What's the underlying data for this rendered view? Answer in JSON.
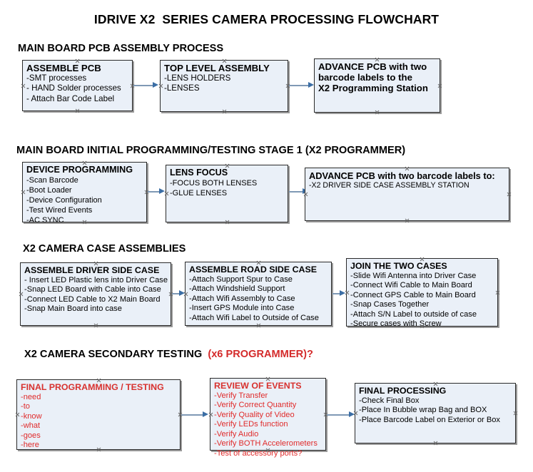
{
  "document": {
    "title": "IDRIVE X2  SERIES CAMERA PROCESSING FLOWCHART",
    "accent_color": "#d8322f",
    "box_fill": "#eaf0f8",
    "box_border": "#2a2a2a",
    "connector_color": "#7f99b5"
  },
  "sections": [
    {
      "id": "s1",
      "title": "MAIN BOARD PCB ASSEMBLY PROCESS"
    },
    {
      "id": "s2",
      "title": "MAIN BOARD INITIAL PROGRAMMING/TESTING STAGE 1 (X2 PROGRAMMER)"
    },
    {
      "id": "s3",
      "title": "X2 CAMERA CASE ASSEMBLIES"
    },
    {
      "id": "s4",
      "title": "X2 CAMERA SECONDARY TESTING",
      "accent": "(x6 PROGRAMMER)?"
    }
  ],
  "boxes": {
    "assemble_pcb": {
      "title": "ASSEMBLE PCB",
      "lines": [
        "-SMT processes",
        "- HAND Solder processes",
        "- Attach Bar Code Label"
      ]
    },
    "top_level_assembly": {
      "title": "TOP LEVEL ASSEMBLY",
      "lines": [
        "-LENS HOLDERS",
        "-LENSES"
      ]
    },
    "advance_pcb_station": {
      "title": "ADVANCE PCB with two",
      "lines": [
        "barcode labels to the",
        " X2 Programming Station"
      ]
    },
    "device_programming": {
      "title": "DEVICE PROGRAMMING",
      "lines": [
        "-Scan Barcode",
        "-Boot Loader",
        "-Device Configuration",
        "-Test Wired Events",
        "-AC SYNC"
      ]
    },
    "lens_focus": {
      "title": "LENS FOCUS",
      "lines": [
        "-FOCUS BOTH LENSES",
        "-GLUE LENSES"
      ]
    },
    "advance_pcb_driver": {
      "title": "ADVANCE PCB with two barcode labels to:",
      "lines": [
        "-X2 DRIVER  SIDE  CASE  ASSEMBLY STATION"
      ]
    },
    "assemble_driver_side_case": {
      "title": "ASSEMBLE DRIVER SIDE CASE",
      "lines": [
        "- Insert LED Plastic lens into Driver Case",
        "-Snap LED Board with Cable into Case",
        "-Connect LED Cable to X2 Main Board",
        "-Snap Main Board into case"
      ]
    },
    "assemble_road_side_case": {
      "title": "ASSEMBLE ROAD SIDE CASE",
      "lines": [
        "-Attach Support Spur to Case",
        "-Attach Windshield Support",
        "-Attach Wifi Assembly to Case",
        "-Insert GPS Module into Case",
        "-Attach Wifi Label to Outside of Case"
      ]
    },
    "join_the_two_cases": {
      "title": "JOIN THE TWO CASES",
      "lines": [
        "-Slide Wifi Antenna into Driver Case",
        "-Connect Wifi Cable to Main Board",
        "-Connect GPS Cable to Main Board",
        "-Snap Cases Together",
        "-Attach S/N Label to outside of case",
        "-Secure cases with Screw"
      ]
    },
    "final_programming_testing": {
      "title": "FINAL PROGRAMMING / TESTING",
      "lines": [
        "-need",
        "-to",
        "-know",
        "-what",
        "-goes",
        "-here"
      ]
    },
    "review_of_events": {
      "title": "REVIEW OF EVENTS",
      "lines": [
        "-Verify Transfer",
        "-Verify Correct Quantity",
        "-Verify Quality of Video",
        "-Verify LEDs function",
        "-Verify Audio",
        "-Verify BOTH Accelerometers",
        "-Test of accessory ports?"
      ]
    },
    "final_processing": {
      "title": "FINAL PROCESSING",
      "lines": [
        " -Check Final Box",
        "-Place In Bubble wrap Bag and BOX",
        "-Place Barcode Label on Exterior or Box"
      ]
    }
  }
}
